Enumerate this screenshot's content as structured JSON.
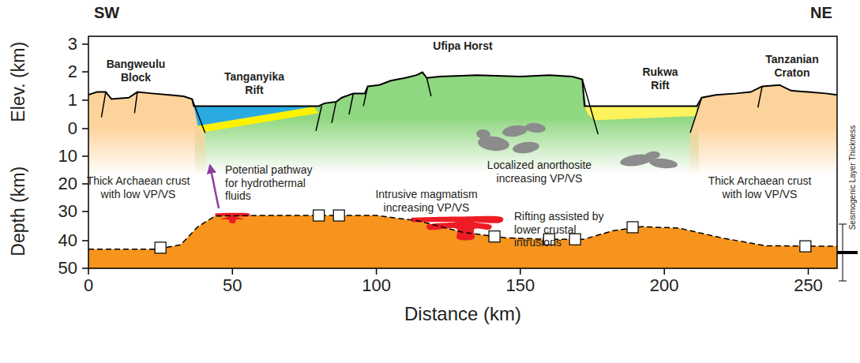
{
  "diagram": {
    "labels": [
      "SW",
      "NE",
      "Bangweulu Block",
      "Tanganyika Rift",
      "Ufipa Horst",
      "Rukwa Rift",
      "Tanzanian Craton",
      "3",
      "2",
      "1",
      "0",
      "Elev. (km)",
      "Thick Archaean crust with low VP/VS",
      "Potential pathway for hydrothermal fluids",
      "Localized anorthosite increasing VP/VS",
      "Thick Archaean crust with low VP/VS",
      "10",
      "20",
      "Intrusive magmatism increasing VP/VS",
      "Rifting assisted by lower crustal intrusions",
      "30",
      "Depth (km)",
      "Seismogenic Layer Thickness",
      "40",
      "50",
      "0",
      "50",
      "100",
      "150",
      "200",
      "250",
      "Distance (km)"
    ]
  }
}
